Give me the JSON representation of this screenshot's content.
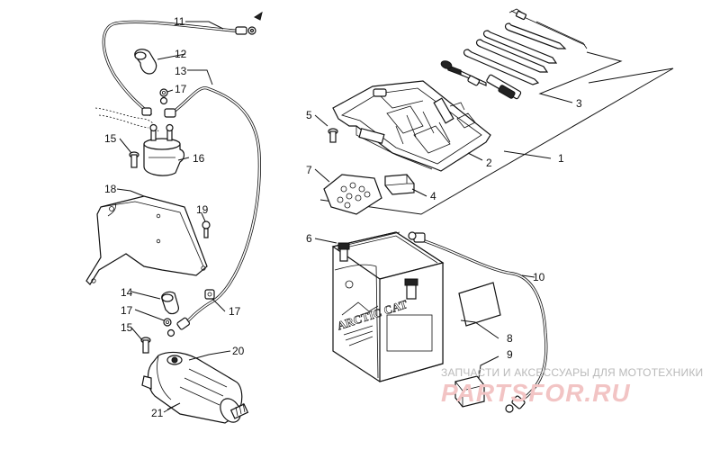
{
  "callouts": {
    "c1": "1",
    "c2": "2",
    "c3": "3",
    "c4": "4",
    "c5": "5",
    "c6": "6",
    "c7": "7",
    "c8": "8",
    "c9": "9",
    "c10": "10",
    "c11": "11",
    "c12": "12",
    "c13": "13",
    "c14": "14",
    "c15a": "15",
    "c15b": "15",
    "c16": "16",
    "c17a": "17",
    "c17b": "17",
    "c17c": "17",
    "c18": "18",
    "c19": "19",
    "c20": "20",
    "c21": "21"
  },
  "battery": {
    "brand": "ARCTIC CAT"
  },
  "watermark": {
    "line1": "ЗАПЧАСТИ И АКСЕССУАРЫ ДЛЯ МОТОТЕХНИКИ",
    "line2": "PARTSFOR.RU"
  }
}
